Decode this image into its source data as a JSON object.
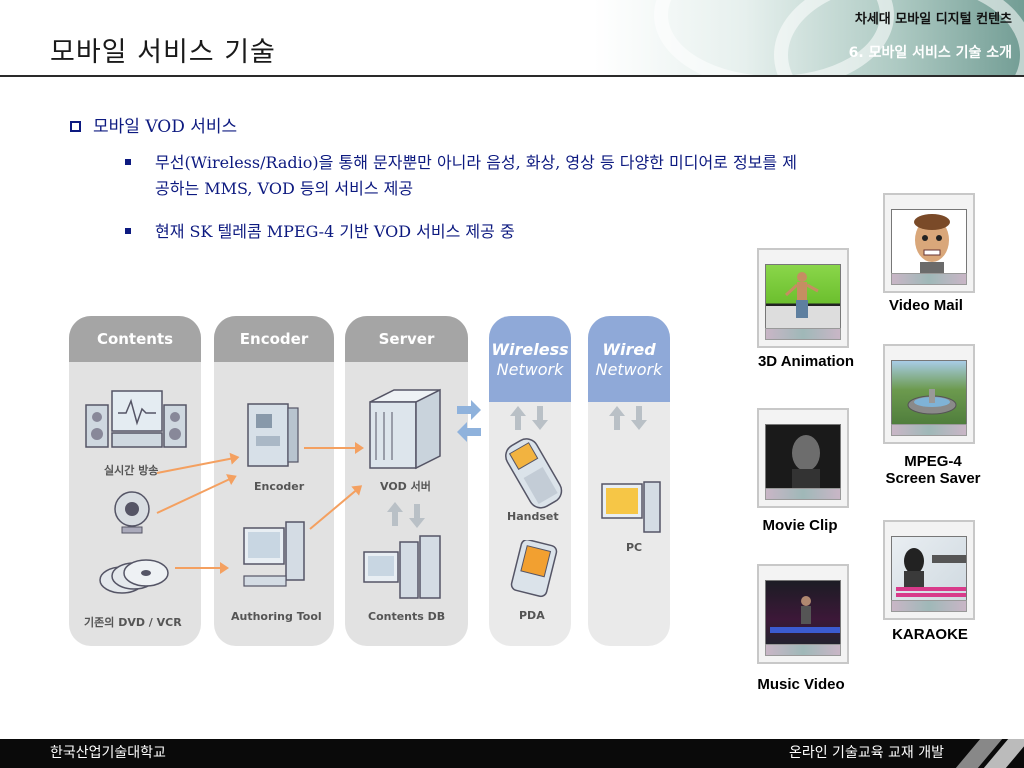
{
  "header": {
    "slide_title": "모바일 서비스 기술",
    "course_title": "차세대 모바일 디지털 컨텐츠",
    "section_title": "6. 모바일 서비스 기술 소개"
  },
  "content": {
    "main_bullet": "모바일 VOD 서비스",
    "sub_bullets": [
      "무선(Wireless/Radio)을 통해 문자뿐만 아니라 음성, 화상, 영상 등 다양한 미디어로 정보를 제",
      "공하는 MMS, VOD 등의 서비스 제공",
      "현재 SK 텔레콤 MPEG-4 기반 VOD 서비스 제공 중"
    ]
  },
  "diagram": {
    "columns": [
      {
        "title": "Contents"
      },
      {
        "title": "Encoder"
      },
      {
        "title": "Server"
      },
      {
        "title_line1": "Wireless",
        "title_line2": "Network"
      },
      {
        "title_line1": "Wired",
        "title_line2": "Network"
      }
    ],
    "labels": {
      "live_broadcast": "실시간 방송",
      "dvd_vcr": "기존의 DVD / VCR",
      "encoder": "Encoder",
      "authoring_tool": "Authoring Tool",
      "vod_server": "VOD 서버",
      "contents_db": "Contents DB",
      "handset": "Handset",
      "pda": "PDA",
      "pc": "PC"
    }
  },
  "phones": [
    {
      "label": "Video Mail"
    },
    {
      "label": "3D Animation"
    },
    {
      "label_line1": "MPEG-4",
      "label_line2": "Screen Saver"
    },
    {
      "label": "Movie Clip"
    },
    {
      "label": "KARAOKE"
    },
    {
      "label": "Music Video"
    }
  ],
  "footer": {
    "left": "한국산업기술대학교",
    "right": "온라인 기술교육 교재 개발"
  },
  "colors": {
    "title_blue": "#0d1a80",
    "column_gray": "#a5a5a5",
    "network_blue": "#8fa9d8",
    "arrow_orange": "#f4a060"
  }
}
